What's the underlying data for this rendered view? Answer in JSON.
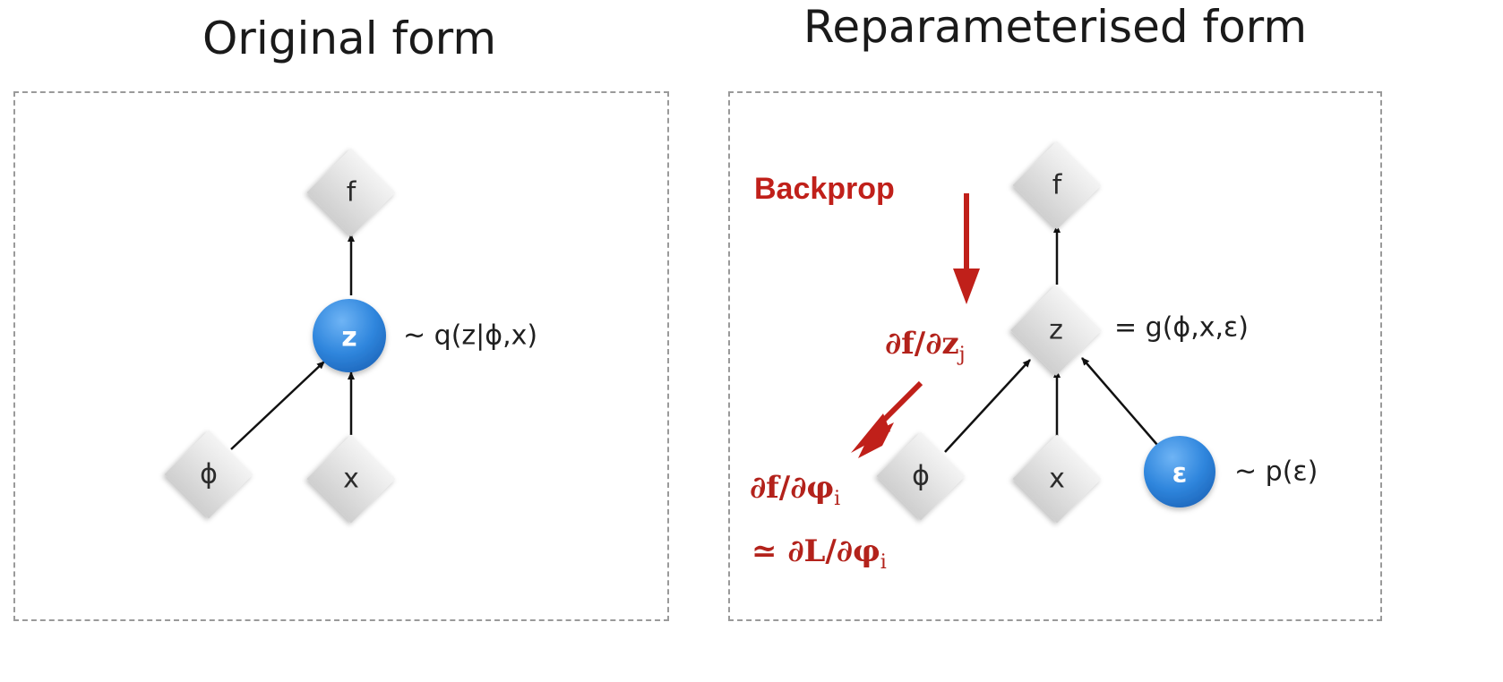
{
  "left": {
    "title": "Original form",
    "nodes": {
      "f": "f",
      "z": "z",
      "phi": "ϕ",
      "x": "x"
    },
    "z_annotation": "~ q(z|ϕ,x)"
  },
  "right": {
    "title": "Reparameterised form",
    "nodes": {
      "f": "f",
      "z": "z",
      "phi": "ϕ",
      "x": "x",
      "eps": "ε"
    },
    "z_annotation": "= g(ϕ,x,ε)",
    "eps_annotation": "~ p(ε)",
    "backprop_label": "Backprop",
    "grad_fz": {
      "main": "∂f/∂z",
      "sub": "j"
    },
    "grad_fphi": {
      "main": "∂f/∂φ",
      "sub": "i"
    },
    "grad_Lphi": {
      "main": "≃ ∂L/∂φ",
      "sub": "i"
    }
  },
  "colors": {
    "node_blue": "#2f86dd",
    "node_gray": "#dedede",
    "accent_red": "#c0201a",
    "dashed_border": "#9a9a9a"
  }
}
